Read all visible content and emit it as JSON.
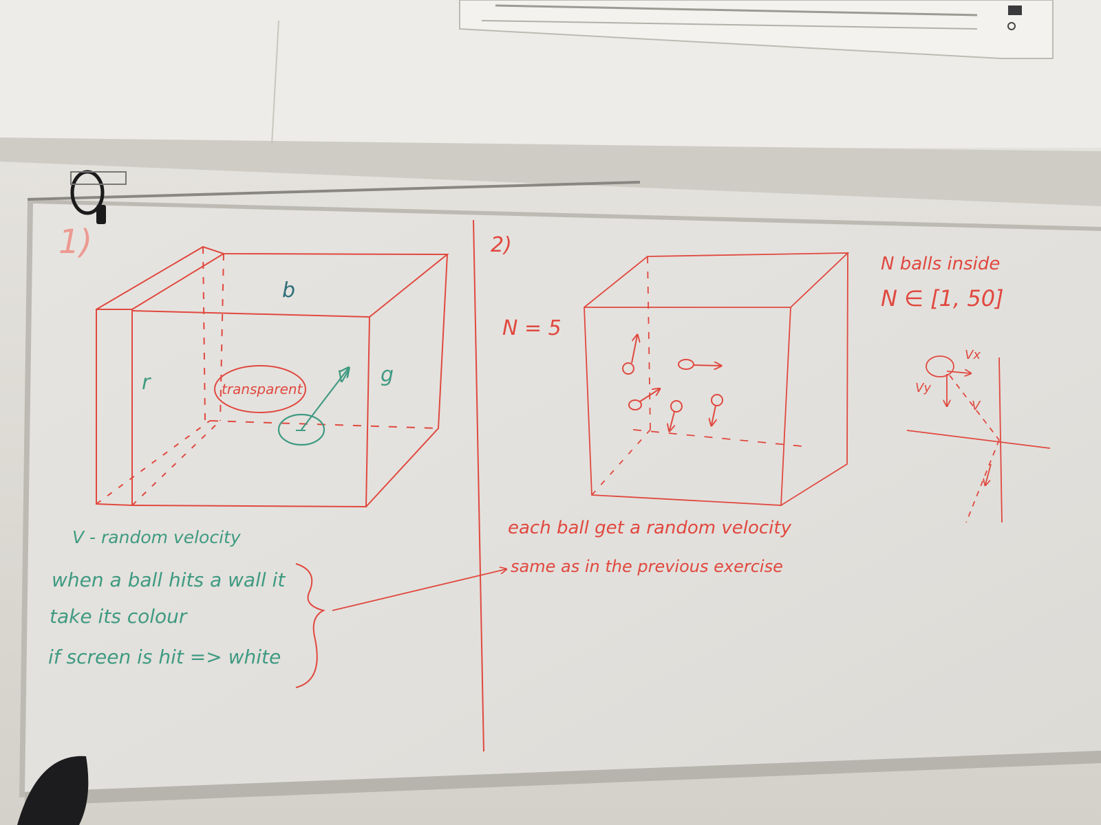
{
  "colors": {
    "marker_red": "#e0483f",
    "marker_teal": "#3f9a82",
    "marker_black": "#5a5a5e",
    "board": "#e4e2de",
    "wall": "#d9d6cf"
  },
  "board": {
    "section1": {
      "number": "1)",
      "labels": {
        "b": "b",
        "r": "r",
        "g": "g",
        "transparent": "transparent",
        "v": "V"
      },
      "notes": [
        "V - random velocity",
        "when a ball hits a wall it",
        "take its colour",
        "if screen is hit => white"
      ]
    },
    "section2": {
      "number": "2)",
      "n_value": "N = 5",
      "notes": [
        "each ball get a random velocity",
        "same as in the previous exercise"
      ]
    },
    "side_notes": {
      "line1": "N balls inside",
      "line2": "N ∈ [1, 50]",
      "vx": "Vx",
      "vy": "Vy",
      "v": "V"
    }
  }
}
